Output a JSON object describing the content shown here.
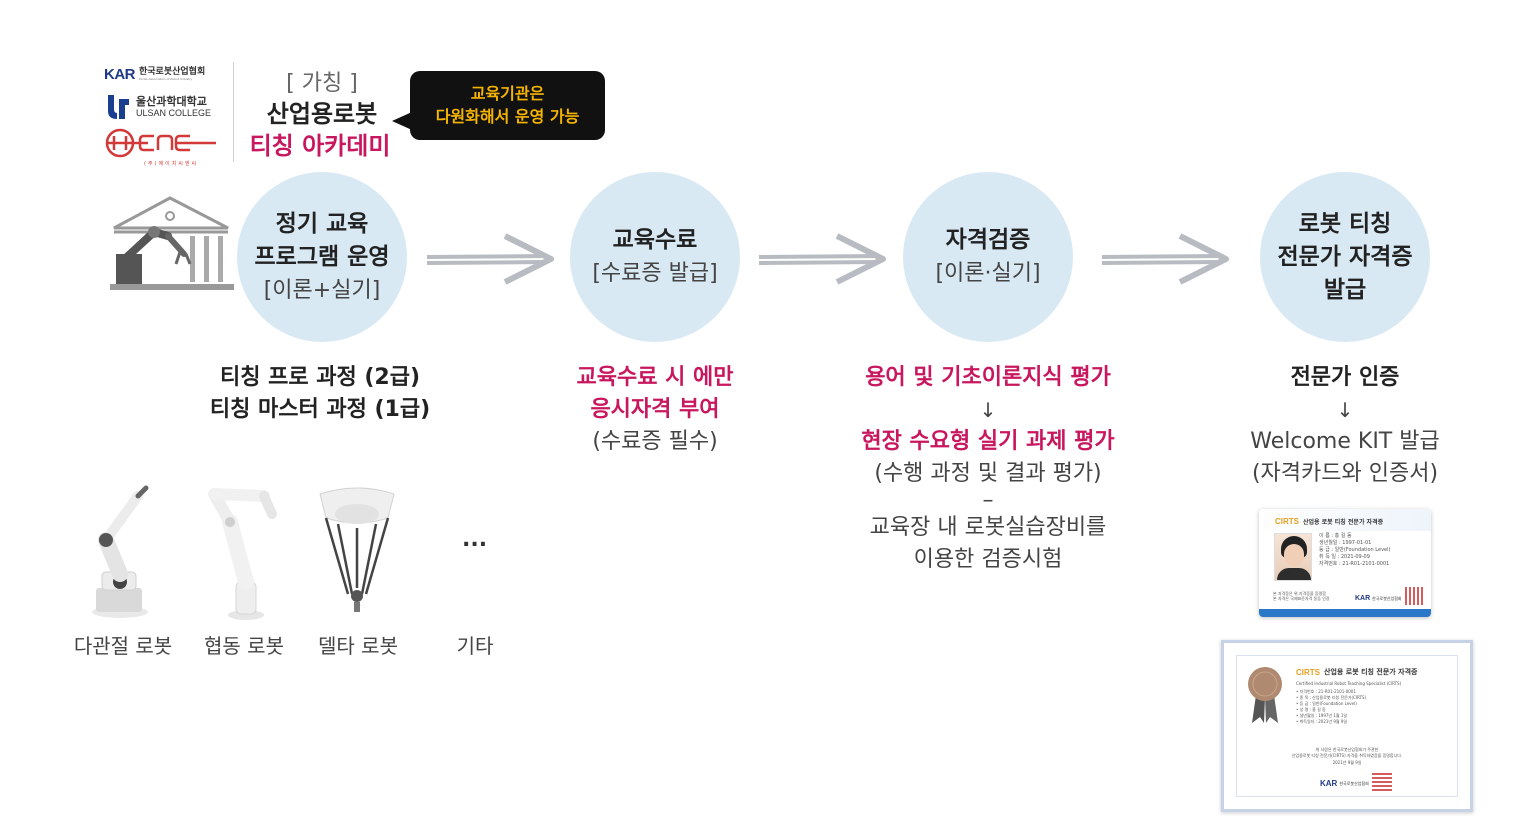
{
  "header": {
    "logos": {
      "kar": "KAR",
      "kar_name": "한국로봇산업협회",
      "kar_sub": "Korea Association of Robot Industry",
      "ulsan_name": "울산과학대학교",
      "ulsan_en": "ULSAN COLLEGE",
      "hcnc": "HCNC",
      "hcnc_sub": "(주)에이치씨엔씨"
    },
    "title_tag": "[ 가칭 ]",
    "title_main": "산업용로봇",
    "title_pink": "티칭 아카데미",
    "bubble_line1": "교육기관은",
    "bubble_line2": "다원화해서 운영 가능"
  },
  "steps": [
    {
      "circle_line1": "정기 교육",
      "circle_line2": "프로그램 운영",
      "circle_line3": "[이론+실기]",
      "desc": [
        "티칭 프로 과정 (2급)",
        "티칭 마스터 과정 (1급)"
      ]
    },
    {
      "circle_line1": "교육수료",
      "circle_line2": "[수료증 발급]",
      "desc_pink1": "교육수료 시 에만",
      "desc_pink2": "응시자격 부여",
      "desc_reg": "(수료증 필수)"
    },
    {
      "circle_line1": "자격검증",
      "circle_line2": "[이론·실기]",
      "desc_pink1": "용어 및 기초이론지식 평가",
      "arrow": "↓",
      "desc_pink2": "현장 수요형 실기 과제 평가",
      "desc_reg1": "(수행 과정 및 결과 평가)",
      "dash": "–",
      "desc_reg2": "교육장 내 로봇실습장비를",
      "desc_reg3": "이용한 검증시험"
    },
    {
      "circle_line1": "로봇 티칭",
      "circle_line2": "전문가 자격증",
      "circle_line3": "발급",
      "desc_bold": "전문가 인증",
      "arrow": "↓",
      "desc_reg1": "Welcome KIT 발급",
      "desc_reg2": "(자격카드와 인증서)"
    }
  ],
  "robots": {
    "labels": [
      "다관절 로봇",
      "협동 로봇",
      "델타 로봇",
      "기타"
    ],
    "ellipsis": "..."
  },
  "id_card": {
    "brand": "CIRTS",
    "title": "산업용 로봇 티칭 전문가 자격증",
    "rows": [
      "이        름 : 홍 길 동",
      "생년월일 : 1997-01-01",
      "등        급 : 일반(Foundation Level)",
      "취 득 일 : 2021-09-09",
      "자격번호 : 21-R01-2101-0001"
    ],
    "footer1": "본 자격증은 위 자격증을 증명함",
    "footer2": "본 자격은 국제표준자격 동등 인정",
    "kar": "KAR",
    "kar_name": "한국로봇산업협회"
  },
  "certificate": {
    "brand": "CIRTS",
    "title": "산업용 로봇 티칭 전문가 자격증",
    "subtitle": "Certified Industrial Robot Teaching Specialist (CIRTS)",
    "rows": [
      "• 자격번호 : 21-R01-2101-0001",
      "• 종        목 : 산업용로봇 티칭 전문가(CIRTS)",
      "• 등        급 : 일반(Foundation Level)",
      "• 성        명 : 홍 길 동",
      "• 생년월일 : 1997년 1월 1일",
      "• 취득일자 : 2021년 9월 9일"
    ],
    "body1": "위 사람은 한국로봇산업협회가 주관한",
    "body2": "산업용로봇 티칭 전문가(CIRTS) 자격을 취득하였음을 증명합니다.",
    "date": "2021년 9월 9일",
    "kar": "KAR",
    "kar_name": "한국로봇산업협회"
  },
  "colors": {
    "circle": "#d8e9f4",
    "accent_pink": "#c8175f",
    "bubble_bg": "#111111",
    "bubble_text": "#f5b400",
    "arrow": "#b8bcc2"
  }
}
